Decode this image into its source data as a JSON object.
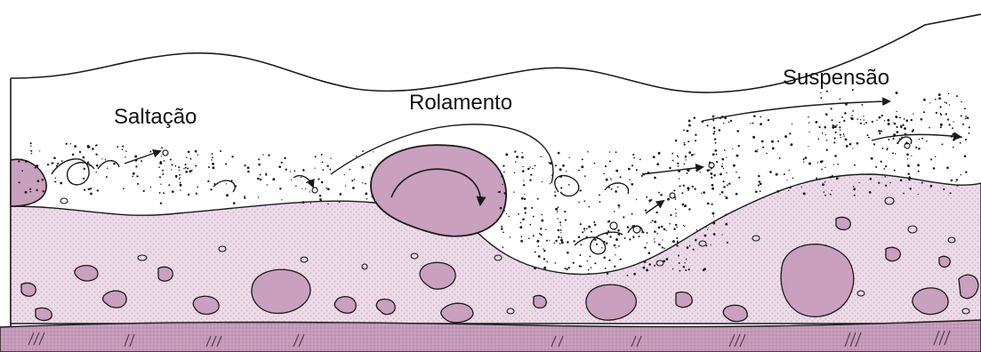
{
  "labels": {
    "saltation": "Saltação",
    "rolling": "Rolamento",
    "suspension": "Suspensão"
  },
  "colors": {
    "sediment": "#e8d4e4",
    "sediment_dots": "#d8b8d3",
    "bedrock": "#c49ab9",
    "boulder": "#c9a0be",
    "ink": "#1a1a1a",
    "background": "#ffffff"
  }
}
